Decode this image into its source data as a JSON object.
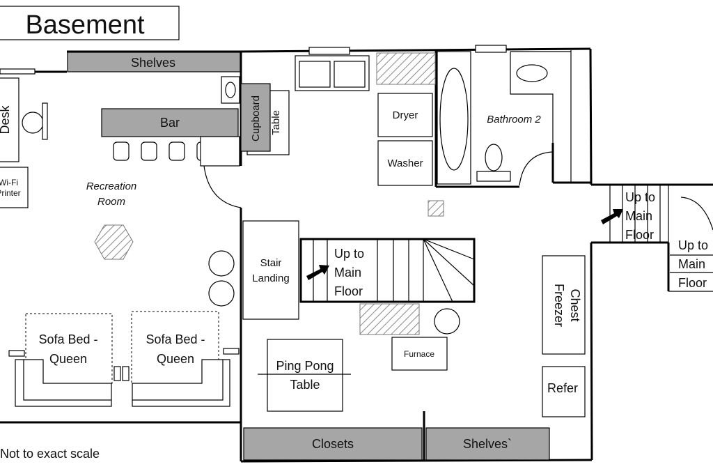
{
  "title": "Basement",
  "note": "Not to exact scale",
  "rooms": {
    "shelves_top": "Shelves",
    "desk": "Desk",
    "bar": "Bar",
    "cupboard": "Cupboard",
    "table_small": "Table",
    "wifi_printer_line1": "Wi-Fi",
    "wifi_printer_line2": "Printer",
    "recreation_line1": "Recreation",
    "recreation_line2": "Room",
    "dryer": "Dryer",
    "washer": "Washer",
    "bathroom": "Bathroom 2",
    "stair_landing_line1": "Stair",
    "stair_landing_line2": "Landing",
    "up_main_center": [
      "Up to",
      "Main",
      "Floor"
    ],
    "up_main_right": [
      "Up to",
      "Main",
      "Floor"
    ],
    "up_main_far": [
      "Up to",
      "Main",
      "Floor"
    ],
    "chest_freezer_line1": "Chest",
    "chest_freezer_line2": "Freezer",
    "refer": "Refer",
    "furnace": "Furnace",
    "ping_pong_line1": "Ping Pong",
    "ping_pong_line2": "Table",
    "sofa1_line1": "Sofa Bed -",
    "sofa1_line2": "Queen",
    "sofa2_line1": "Sofa Bed -",
    "sofa2_line2": "Queen",
    "closets": "Closets",
    "shelves_bottom": "Shelves`"
  }
}
